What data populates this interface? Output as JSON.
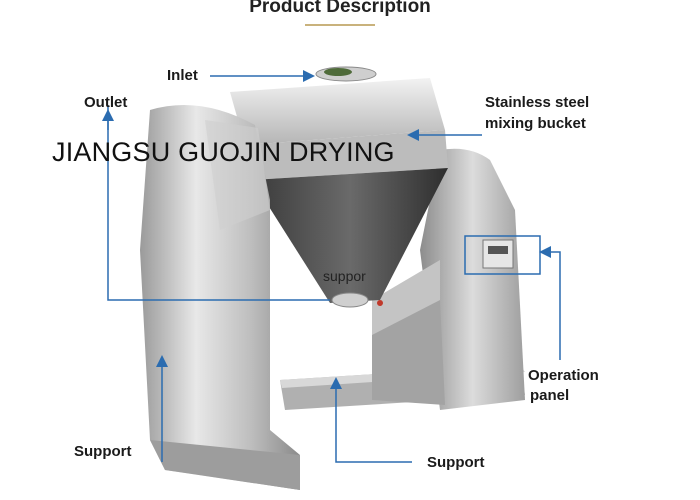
{
  "title": "Product Description",
  "watermark": "JIANGSU GUOJIN DRYING",
  "overlay_text": "suppor",
  "labels": {
    "inlet": "Inlet",
    "outlet": "Outlet",
    "bucket_line1": "Stainless steel",
    "bucket_line2": "mixing bucket",
    "operation_line1": "Operation",
    "operation_line2": "panel",
    "support_left": "Support",
    "support_bottom": "Support"
  },
  "colors": {
    "arrow": "#2b6cb0",
    "steel_light": "#d6d6d6",
    "steel_dark": "#7d7d7d"
  }
}
